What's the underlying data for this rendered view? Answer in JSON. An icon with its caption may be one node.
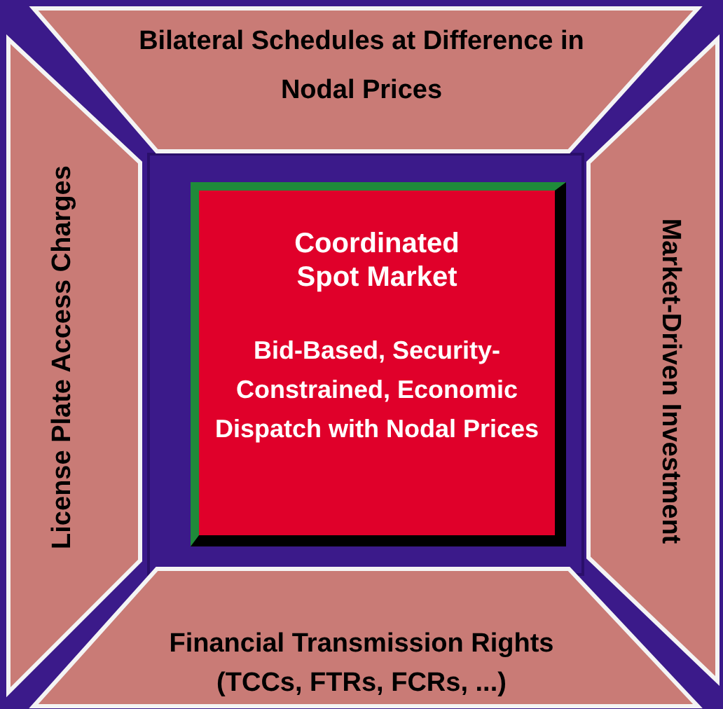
{
  "diagram": {
    "nodes": [
      {
        "text": [
          "Bilateral Schedules at Difference in Nodal Prices"
        ]
      },
      {
        "text": [
          "License Plate Access Charges"
        ]
      },
      {
        "text": [
          "Coordinated Spot Market",
          "Bid-Based, Security-Constrained, Economic Dispatch with Nodal Prices"
        ]
      },
      {
        "text": [
          "Market-Driven Investment"
        ]
      },
      {
        "text": [
          "Financial Transmission Rights (TCCs, FTRs, FCRs, ...)"
        ]
      }
    ]
  }
}
